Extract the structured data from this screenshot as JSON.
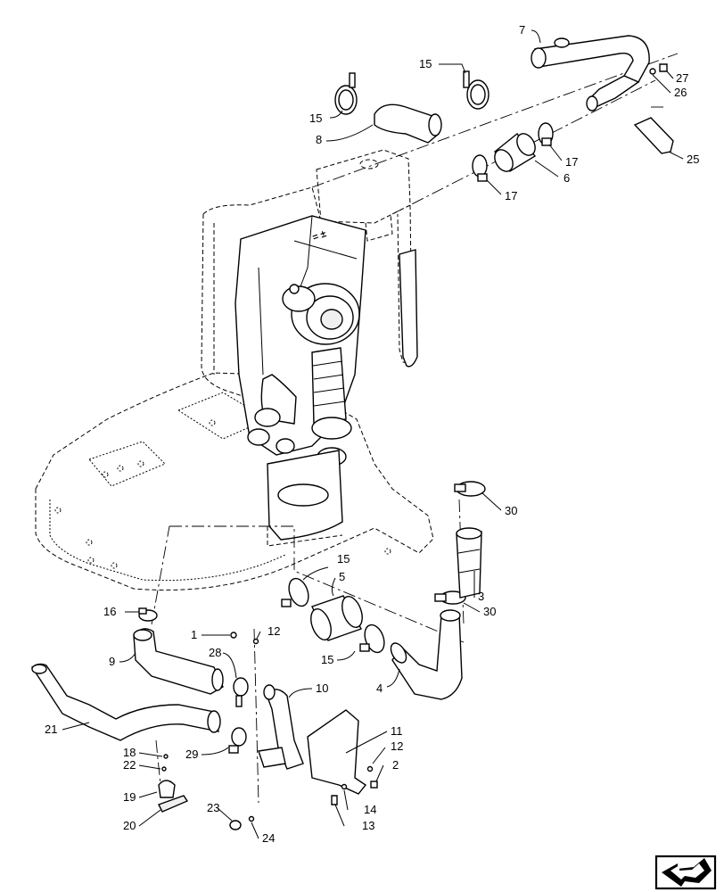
{
  "callouts": [
    {
      "id": "c7",
      "text": "7"
    },
    {
      "id": "c15a",
      "text": "15"
    },
    {
      "id": "c27",
      "text": "27"
    },
    {
      "id": "c26",
      "text": "26"
    },
    {
      "id": "c15b",
      "text": "15"
    },
    {
      "id": "c8",
      "text": "8"
    },
    {
      "id": "c17a",
      "text": "17"
    },
    {
      "id": "c6",
      "text": "6"
    },
    {
      "id": "c17b",
      "text": "17"
    },
    {
      "id": "c25",
      "text": "25"
    },
    {
      "id": "c30a",
      "text": "30"
    },
    {
      "id": "c15c",
      "text": "15"
    },
    {
      "id": "c5",
      "text": "5"
    },
    {
      "id": "c3",
      "text": "3"
    },
    {
      "id": "c30b",
      "text": "30"
    },
    {
      "id": "c16",
      "text": "16"
    },
    {
      "id": "c1",
      "text": "1"
    },
    {
      "id": "c12a",
      "text": "12"
    },
    {
      "id": "c9",
      "text": "9"
    },
    {
      "id": "c28",
      "text": "28"
    },
    {
      "id": "c15d",
      "text": "15"
    },
    {
      "id": "c4",
      "text": "4"
    },
    {
      "id": "c10",
      "text": "10"
    },
    {
      "id": "c21",
      "text": "21"
    },
    {
      "id": "c11",
      "text": "11"
    },
    {
      "id": "c12b",
      "text": "12"
    },
    {
      "id": "c18",
      "text": "18"
    },
    {
      "id": "c29",
      "text": "29"
    },
    {
      "id": "c2",
      "text": "2"
    },
    {
      "id": "c22",
      "text": "22"
    },
    {
      "id": "c19",
      "text": "19"
    },
    {
      "id": "c14",
      "text": "14"
    },
    {
      "id": "c20",
      "text": "20"
    },
    {
      "id": "c23",
      "text": "23"
    },
    {
      "id": "c13",
      "text": "13"
    },
    {
      "id": "c24",
      "text": "24"
    }
  ],
  "icons": {
    "corner": "navigation-arrow-icon"
  }
}
